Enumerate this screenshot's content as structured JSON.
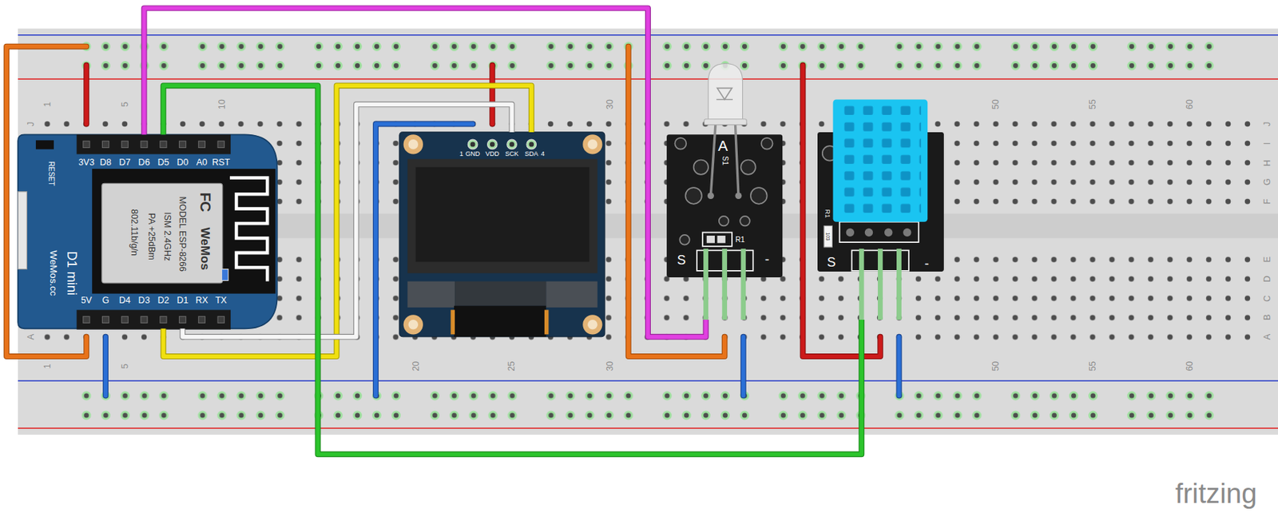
{
  "diagram": {
    "nodes": [
      {
        "text": [
          "3V3",
          "D8",
          "D7",
          "D6",
          "D5",
          "D0",
          "A0",
          "RST",
          "5V",
          "G",
          "D4",
          "D3",
          "D2",
          "D1",
          "RX",
          "TX",
          "RESET",
          "MODEL ESP-8266",
          "ISM 2.4GHz",
          "PA +25dBm",
          "802.11b/g/n",
          "FC",
          "WeMos",
          "D1 mini",
          "WeMos.cc"
        ]
      },
      {
        "text": [
          "1",
          "GND",
          "VDD",
          "SCK",
          "SDA",
          "4"
        ]
      },
      {
        "text": [
          "A",
          "S1",
          "R1",
          "S",
          "-"
        ]
      },
      {
        "text": [
          "R1",
          "103",
          "S",
          "-"
        ]
      }
    ],
    "edges": [
      {
        "from": 0,
        "to": 1,
        "arrow": "none"
      },
      {
        "from": 0,
        "to": 1,
        "arrow": "none"
      },
      {
        "from": 0,
        "to": 2,
        "arrow": "none"
      },
      {
        "from": 0,
        "to": 3,
        "arrow": "none"
      }
    ],
    "labels": [
      "1",
      "5",
      "10",
      "30",
      "50",
      "55",
      "60",
      "1",
      "5",
      "20",
      "25",
      "30",
      "50",
      "55",
      "60",
      "J",
      "I",
      "H",
      "G",
      "F",
      "E",
      "D",
      "C",
      "B",
      "A",
      "J",
      "A",
      "fritzing"
    ]
  }
}
